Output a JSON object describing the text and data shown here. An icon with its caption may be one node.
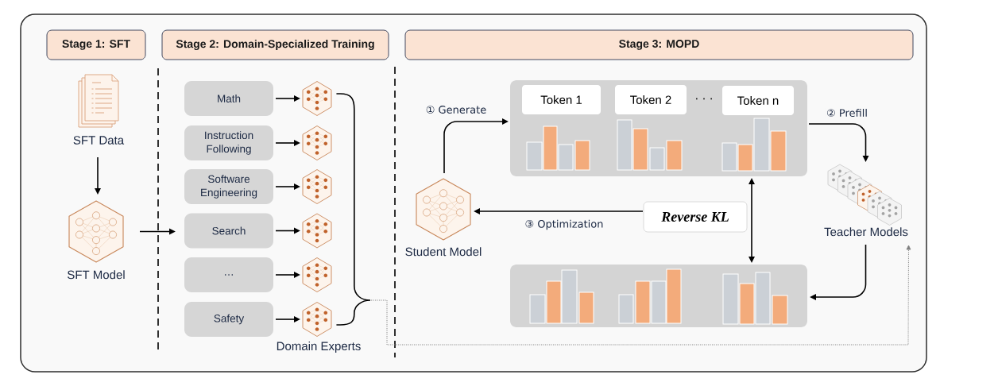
{
  "diagram": {
    "nodes": [
      {
        "text": [
          "Stage 1: SFT"
        ]
      },
      {
        "text": [
          "Stage 2: Domain-Specialized Training"
        ]
      },
      {
        "text": [
          "Stage 3: MOPD"
        ]
      },
      {
        "text": [
          "SFT Data"
        ]
      },
      {
        "text": [
          "SFT Model"
        ]
      },
      {
        "text": [
          "Math"
        ]
      },
      {
        "text": [
          "Instruction Following"
        ]
      },
      {
        "text": [
          "Software Engineering"
        ]
      },
      {
        "text": [
          "Search"
        ]
      },
      {
        "text": [
          "…"
        ]
      },
      {
        "text": [
          "Safety"
        ]
      },
      {
        "text": [],
        "shape": "picture"
      },
      {
        "text": [],
        "shape": "picture"
      },
      {
        "text": [],
        "shape": "picture"
      },
      {
        "text": [],
        "shape": "picture"
      },
      {
        "text": [],
        "shape": "picture"
      },
      {
        "text": [],
        "shape": "picture"
      },
      {
        "text": [],
        "shape": "box"
      },
      {
        "text": [
          "Token 1"
        ],
        "in": 17
      },
      {
        "text": [
          "Token 2"
        ],
        "in": 17
      },
      {
        "text": [
          "Token n"
        ],
        "in": 17
      },
      {
        "text": [
          "Student Model"
        ]
      },
      {
        "text": [
          "Reverse KL"
        ]
      },
      {
        "text": [],
        "shape": "box"
      },
      {
        "text": [
          "Teacher Models"
        ]
      },
      {
        "text": [],
        "shape": "brace"
      }
    ],
    "edges": [
      {
        "from": 3,
        "to": 4,
        "arrow": "to"
      },
      {
        "from": 4,
        "to": 8,
        "arrow": "to"
      },
      {
        "from": 5,
        "to": 11,
        "arrow": "to"
      },
      {
        "from": 6,
        "to": 12,
        "arrow": "to"
      },
      {
        "from": 7,
        "to": 13,
        "arrow": "to"
      },
      {
        "from": 8,
        "to": 14,
        "arrow": "to"
      },
      {
        "from": 9,
        "to": 15,
        "arrow": "to"
      },
      {
        "from": 10,
        "to": 16,
        "arrow": "to"
      },
      {
        "from": 25,
        "to": 24,
        "arrow": "to",
        "style": "dashed",
        "color": "#808080"
      },
      {
        "from": 21,
        "to": 17,
        "arrow": "to",
        "label": "① Generate"
      },
      {
        "from": 17,
        "to": 24,
        "arrow": "to",
        "label": "② Prefill"
      },
      {
        "from": 24,
        "to": 23,
        "arrow": "to"
      },
      {
        "from": 22,
        "to": 21,
        "arrow": "to",
        "label": "③ Optimization"
      },
      {
        "from": 17,
        "to": 23,
        "arrow": "both"
      }
    ],
    "labels": [
      "Domain Experts",
      "· · ·"
    ]
  }
}
